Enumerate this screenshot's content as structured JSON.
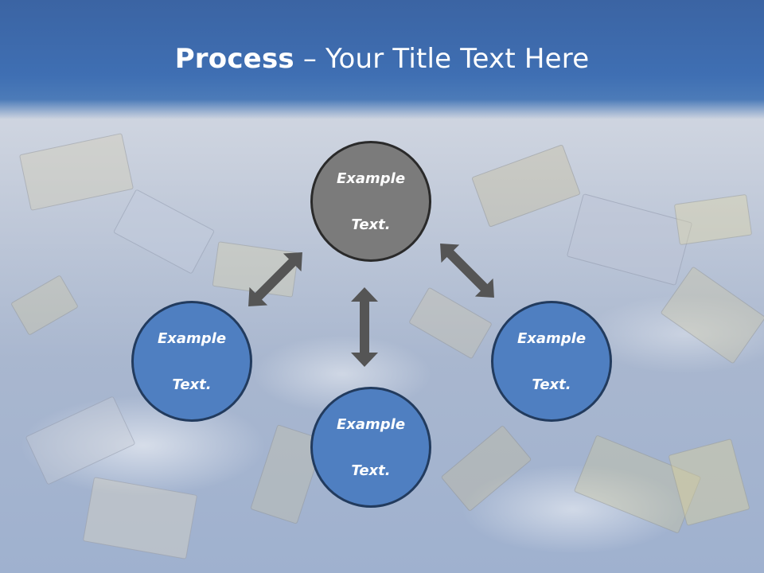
{
  "slide": {
    "title_bold": "Process",
    "title_rest": " – Your Title Text Here"
  },
  "nodes": {
    "top": {
      "line1": "Example",
      "line2": "Text."
    },
    "left": {
      "line1": "Example",
      "line2": "Text."
    },
    "right": {
      "line1": "Example",
      "line2": "Text."
    },
    "bottom": {
      "line1": "Example",
      "line2": "Text."
    }
  },
  "colors": {
    "header": "#3f6fb3",
    "node_gray": "#7b7b7b",
    "node_blue": "#4f7fc1",
    "arrow": "#555555"
  },
  "icons": {
    "arrow": "double-headed-arrow"
  }
}
